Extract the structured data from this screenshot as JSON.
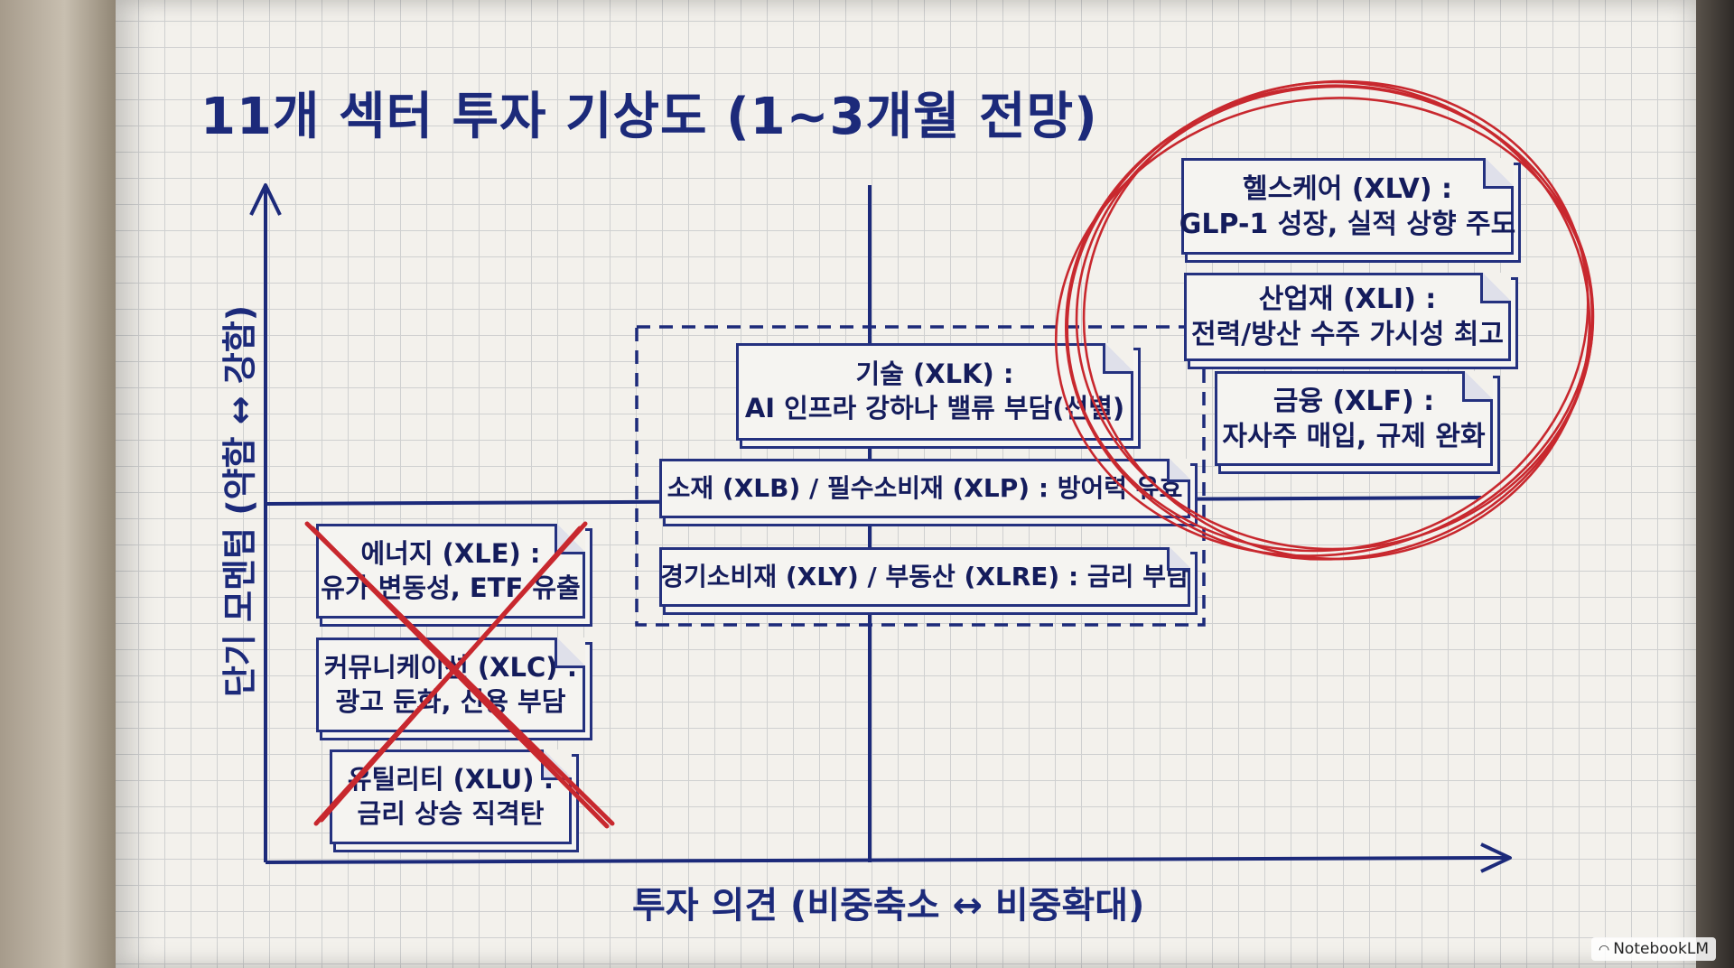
{
  "title": "11개 섹터 투자 기상도 (1~3개월 전망)",
  "axes": {
    "y_label": "단기 모멘텀 (약함 ↔ 강함)",
    "x_label": "투자 의견 (비중축소 ↔ 비중확대)"
  },
  "sectors": {
    "healthcare": {
      "line1": "헬스케어 (XLV) :",
      "line2": "GLP-1 성장, 실적 상향 주도"
    },
    "industrials": {
      "line1": "산업재 (XLI) :",
      "line2": "전력/방산 수주 가시성 최고"
    },
    "financials": {
      "line1": "금융 (XLF) :",
      "line2": "자사주 매입, 규제 완화"
    },
    "technology": {
      "line1": "기술 (XLK) :",
      "line2": "AI 인프라 강하나 밸류 부담(선별)"
    },
    "materials_staples": {
      "line1": "소재 (XLB) / 필수소비재 (XLP) : 방어력 유효"
    },
    "discretionary_realestate": {
      "line1": "경기소비재 (XLY) / 부동산 (XLRE) : 금리 부담"
    },
    "energy": {
      "line1": "에너지 (XLE) :",
      "line2": "유가 변동성, ETF 유출"
    },
    "communication": {
      "line1": "커뮤니케이션 (XLC) :",
      "line2": "광고 둔화, 신용 부담"
    },
    "utilities": {
      "line1": "유틸리티 (XLU) :",
      "line2": "금리 상승 직격탄"
    }
  },
  "watermark": {
    "icon": "notebooklm-logo-icon",
    "text": "NotebookLM"
  },
  "colors": {
    "ink": "#1c2a7a",
    "red_pen": "#c8282e",
    "paper": "#f3f1ec",
    "grid": "#cfd0d0"
  }
}
